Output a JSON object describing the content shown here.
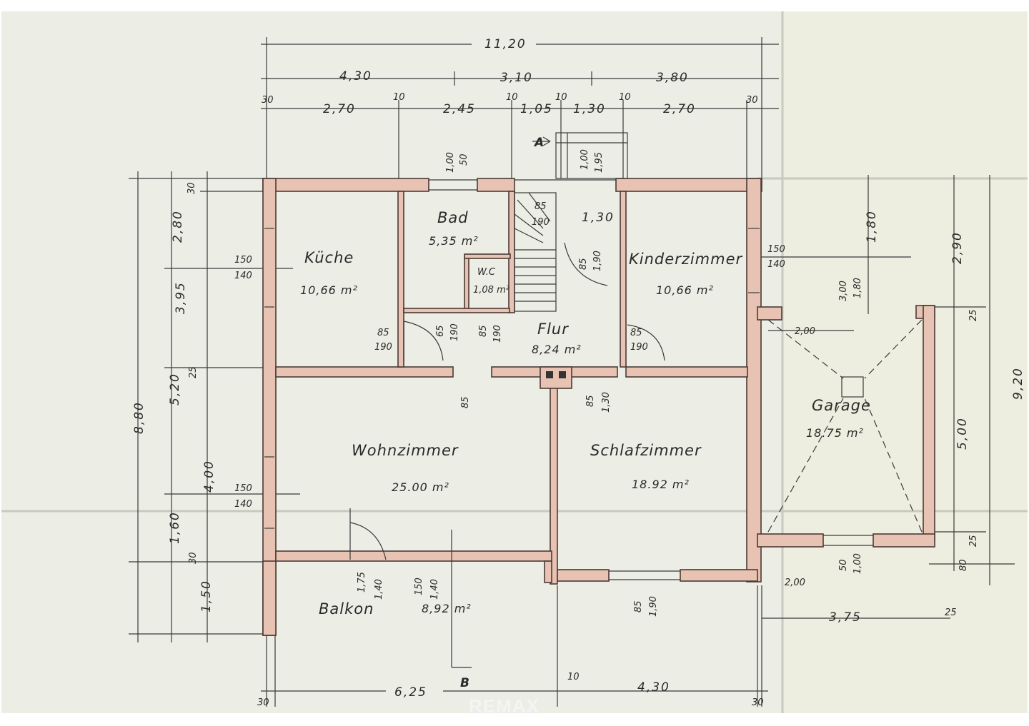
{
  "plan": {
    "top_dims": {
      "overall": "11,20",
      "row2": [
        "4,30",
        "3,10",
        "3,80"
      ],
      "row3": [
        "30",
        "2,70",
        "10",
        "2,45",
        "10",
        "1,05",
        "10",
        "1,30",
        "10",
        "2,70",
        "30"
      ]
    },
    "left_dims": {
      "overall": "8,80",
      "col2": [
        "3,95",
        "5,20"
      ],
      "col3": [
        "30",
        "2,80",
        "25",
        "4,00",
        "1,60",
        "30",
        "1,50"
      ]
    },
    "right_dims": {
      "overall": "9,20",
      "col2": [
        "2,90",
        "5,00",
        "80"
      ],
      "col3": [
        "1,80",
        "25",
        "25"
      ]
    },
    "bottom_dims": [
      "6,25",
      "10",
      "4,30",
      "30",
      "30"
    ],
    "garage_dims": [
      "2,00",
      "2,00",
      "3,75",
      "25",
      "3,00",
      "1,80",
      "50",
      "1,00"
    ],
    "stair_dims": [
      "1,00",
      "1,95",
      "1,30",
      "85",
      "1,90"
    ],
    "openings": [
      "1,00",
      "50",
      "150",
      "140",
      "150",
      "140",
      "150",
      "140",
      "85",
      "190",
      "85",
      "190",
      "85",
      "190",
      "65",
      "190",
      "85",
      "190",
      "85",
      "1,80",
      "85",
      "1,30",
      "1,75",
      "1,40",
      "150",
      "1,40",
      "85",
      "1,90"
    ],
    "section_markers": [
      "A",
      "B"
    ],
    "rooms": [
      {
        "name": "Küche",
        "area": "10,66 m²"
      },
      {
        "name": "Bad",
        "area": "5,35 m²"
      },
      {
        "name": "W.C",
        "area": "1,08 m²"
      },
      {
        "name": "Flur",
        "area": "8,24 m²"
      },
      {
        "name": "Kinderzimmer",
        "area": "10,66 m²"
      },
      {
        "name": "Wohnzimmer",
        "area": "25.00 m²"
      },
      {
        "name": "Schlafzimmer",
        "area": "18.92 m²"
      },
      {
        "name": "Garage",
        "area": "18.75 m²"
      },
      {
        "name": "Balkon",
        "area": "8,92 m²"
      }
    ]
  },
  "brand": {
    "logo_text": "REMAX"
  },
  "colors": {
    "paper": "#ecede5",
    "wall": "#e8c2b2",
    "ink": "#2a2a2a"
  }
}
